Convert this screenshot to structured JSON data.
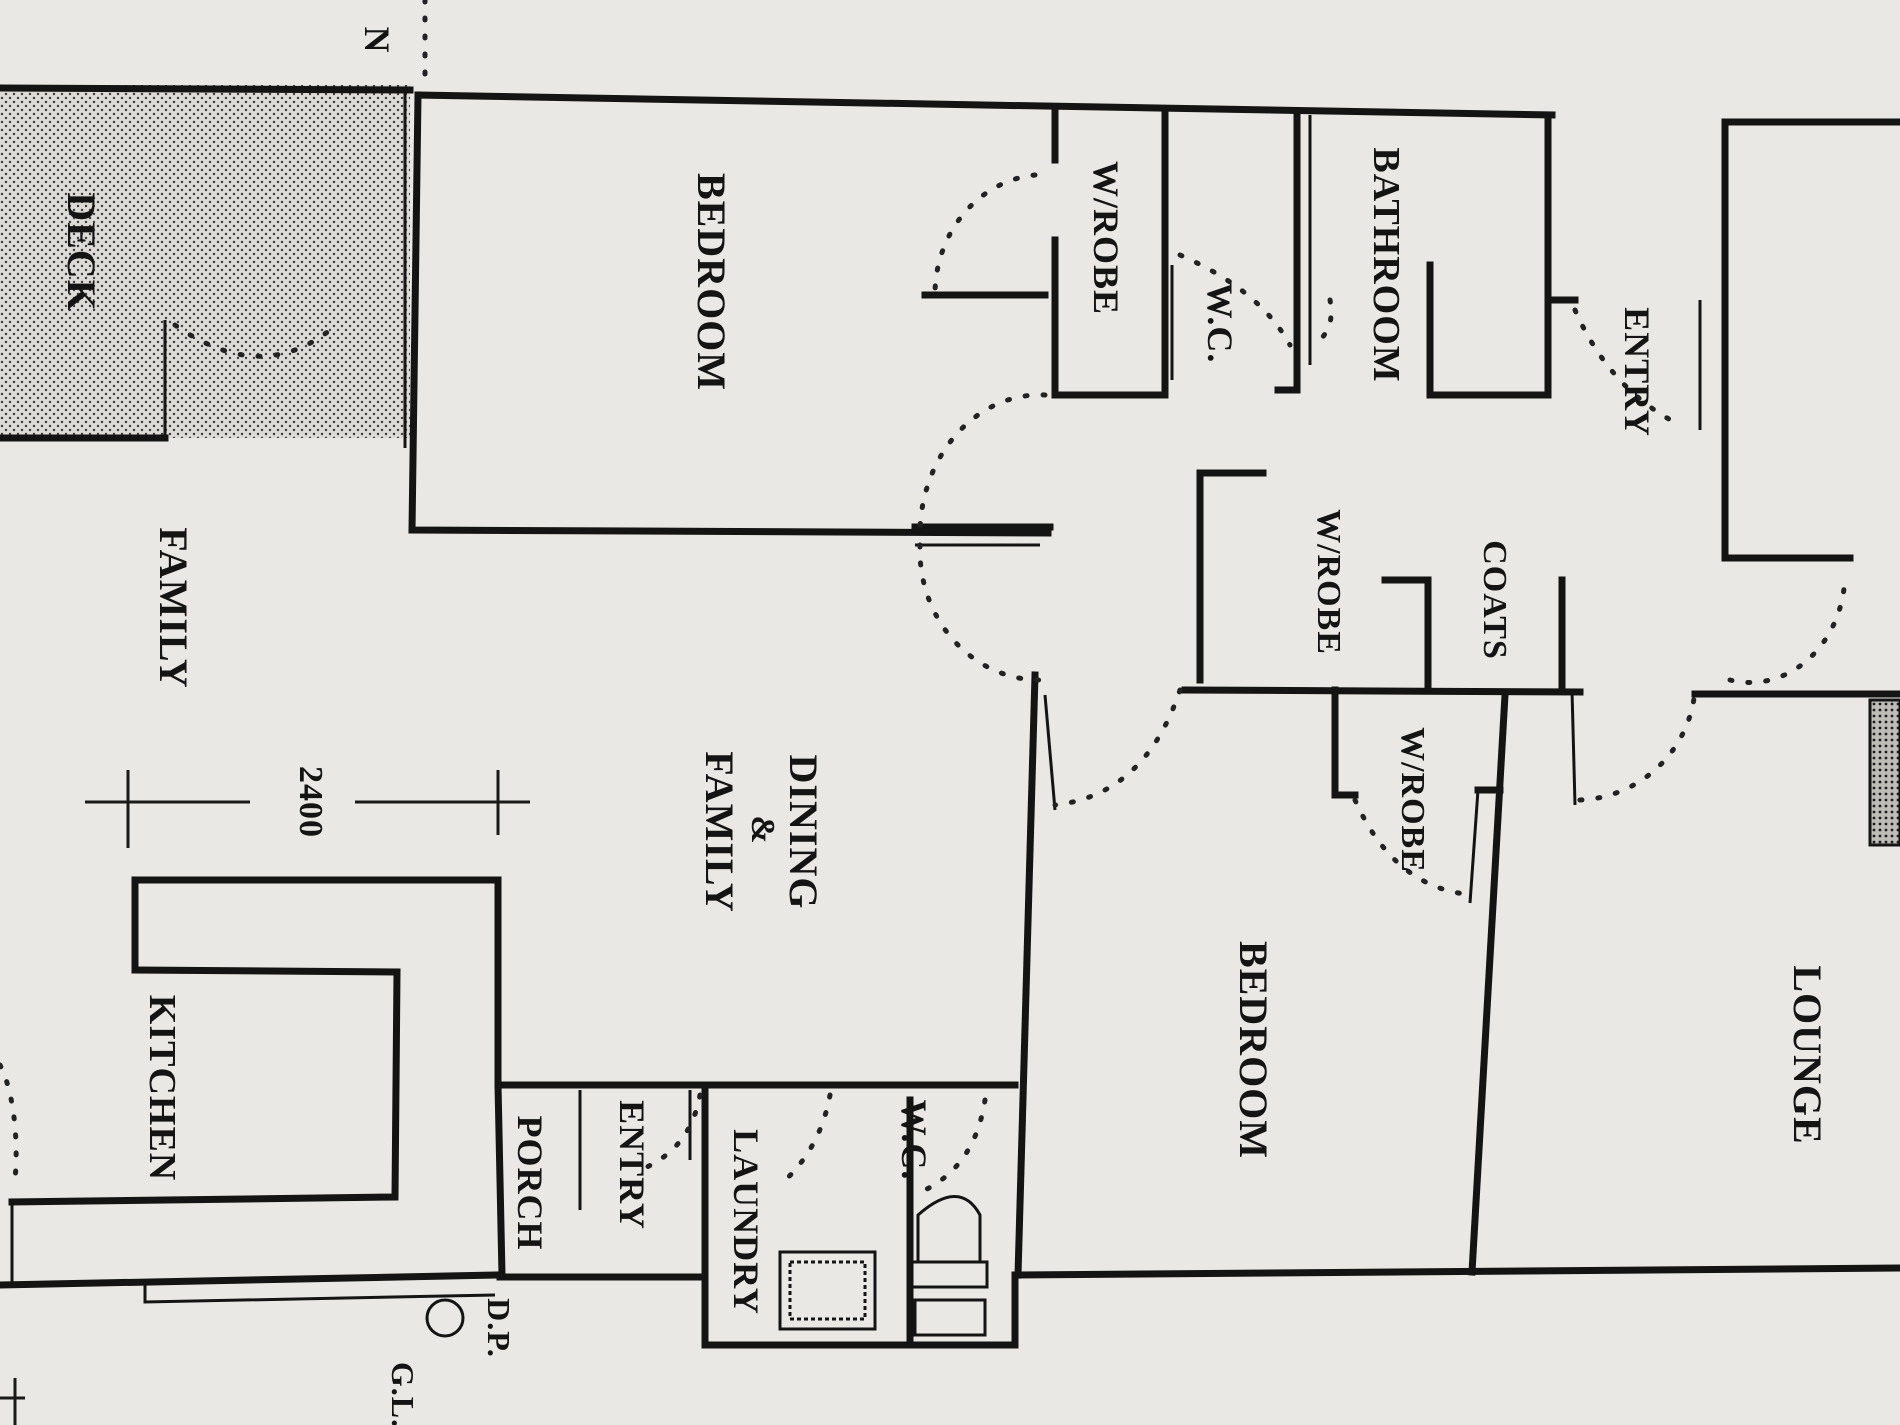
{
  "rooms": {
    "deck": "DECK",
    "bedroom_1": "BEDROOM",
    "wrobe_1": "W/ROBE",
    "wc_1": "W.C.",
    "bathroom": "BATHROOM",
    "entry_main": "ENTRY",
    "family": "FAMILY",
    "wrobe_2": "W/ROBE",
    "coats": "COATS",
    "wrobe_3": "W/ROBE",
    "dining_line1": "DINING",
    "dining_amp": "&",
    "dining_line2": "FAMILY",
    "kitchen": "KITCHEN",
    "porch": "PORCH",
    "entry_side": "ENTRY",
    "laundry": "LAUNDRY",
    "wc_2": "W.C.",
    "bedroom_2": "BEDROOM",
    "lounge": "LOUNGE"
  },
  "dimension": "2400",
  "notes": {
    "dp": "D.P.",
    "gl": "G.L.",
    "cut_n": "N"
  }
}
